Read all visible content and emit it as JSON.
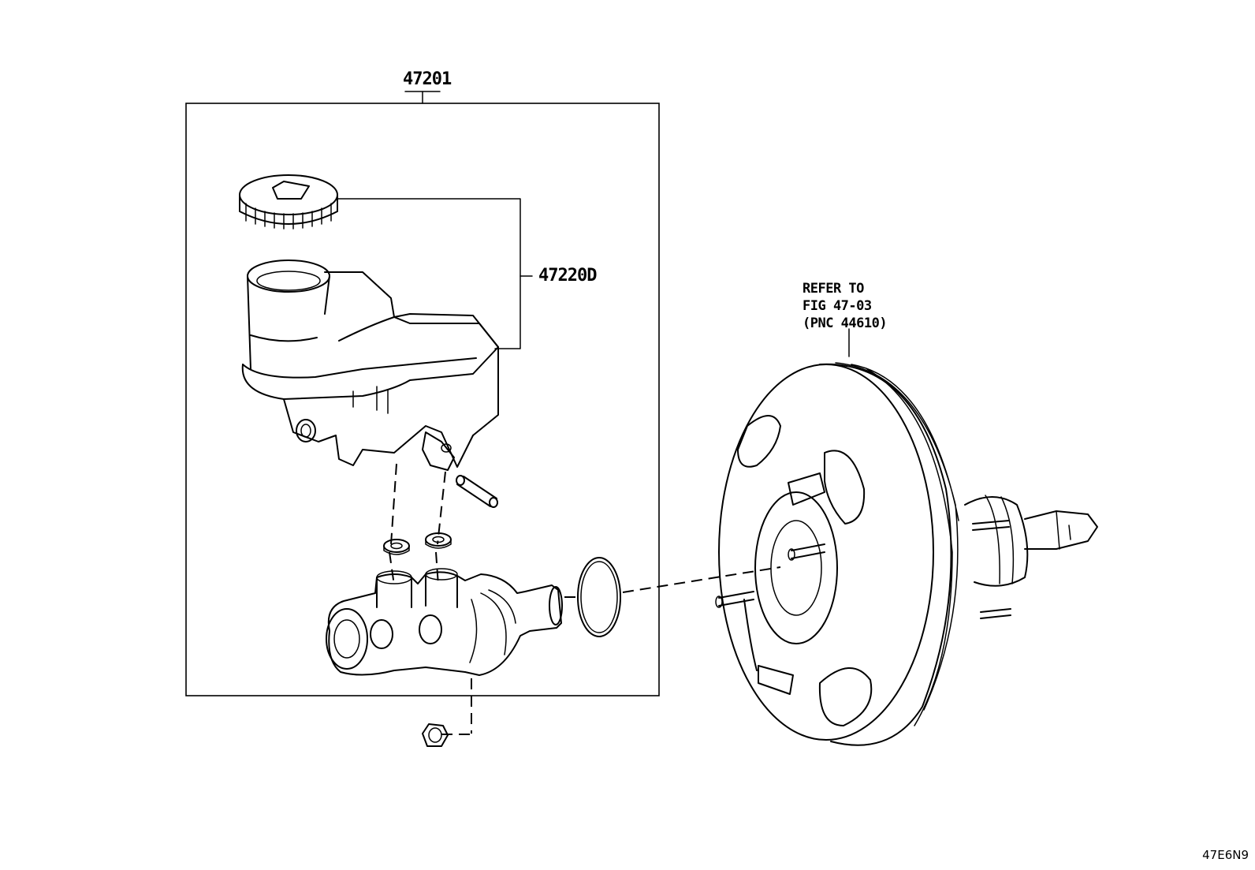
{
  "labels": {
    "assembly": "47201",
    "reservoir": "47220D",
    "booster_note": [
      "REFER TO",
      "FIG 47-03",
      "(PNC 44610)"
    ],
    "figure_code": "47E6N9"
  }
}
